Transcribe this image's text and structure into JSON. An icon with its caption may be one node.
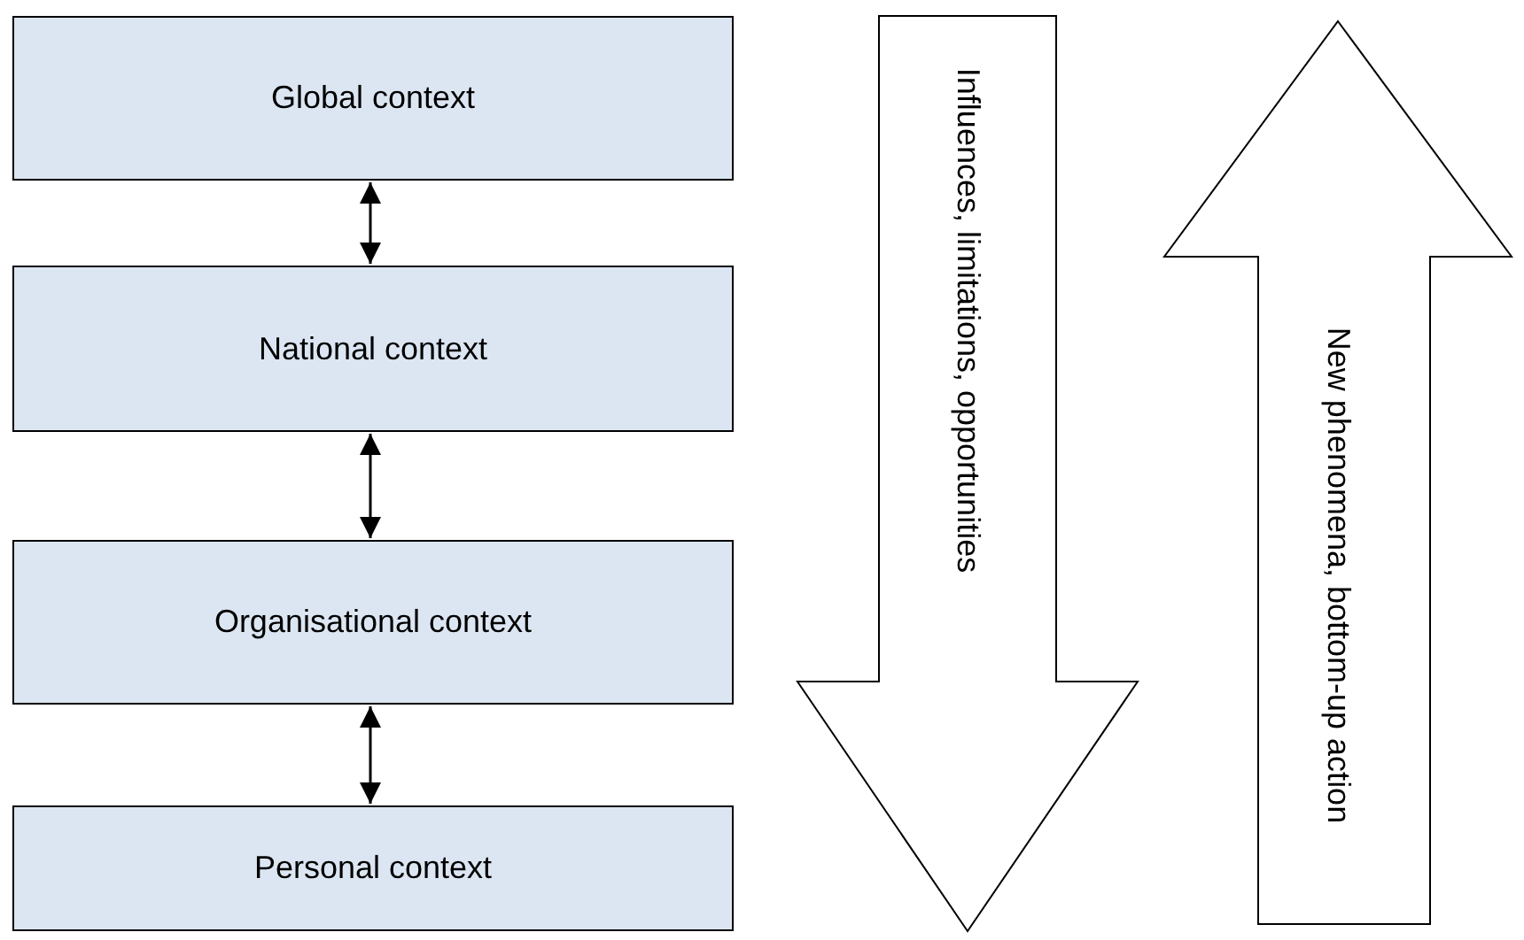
{
  "diagram": {
    "nodes": [
      {
        "text": [
          "Global context"
        ]
      },
      {
        "text": [
          "National context"
        ]
      },
      {
        "text": [
          "Organisational context"
        ]
      },
      {
        "text": [
          "Personal context"
        ]
      },
      {
        "text": [
          "Influences, limitations, opportunities"
        ]
      },
      {
        "text": [
          "New phenomena, bottom-up action"
        ]
      }
    ],
    "edges": [
      {
        "from": 0,
        "to": 1,
        "arrow": "both"
      },
      {
        "from": 1,
        "to": 2,
        "arrow": "both"
      },
      {
        "from": 2,
        "to": 3,
        "arrow": "both"
      }
    ]
  }
}
